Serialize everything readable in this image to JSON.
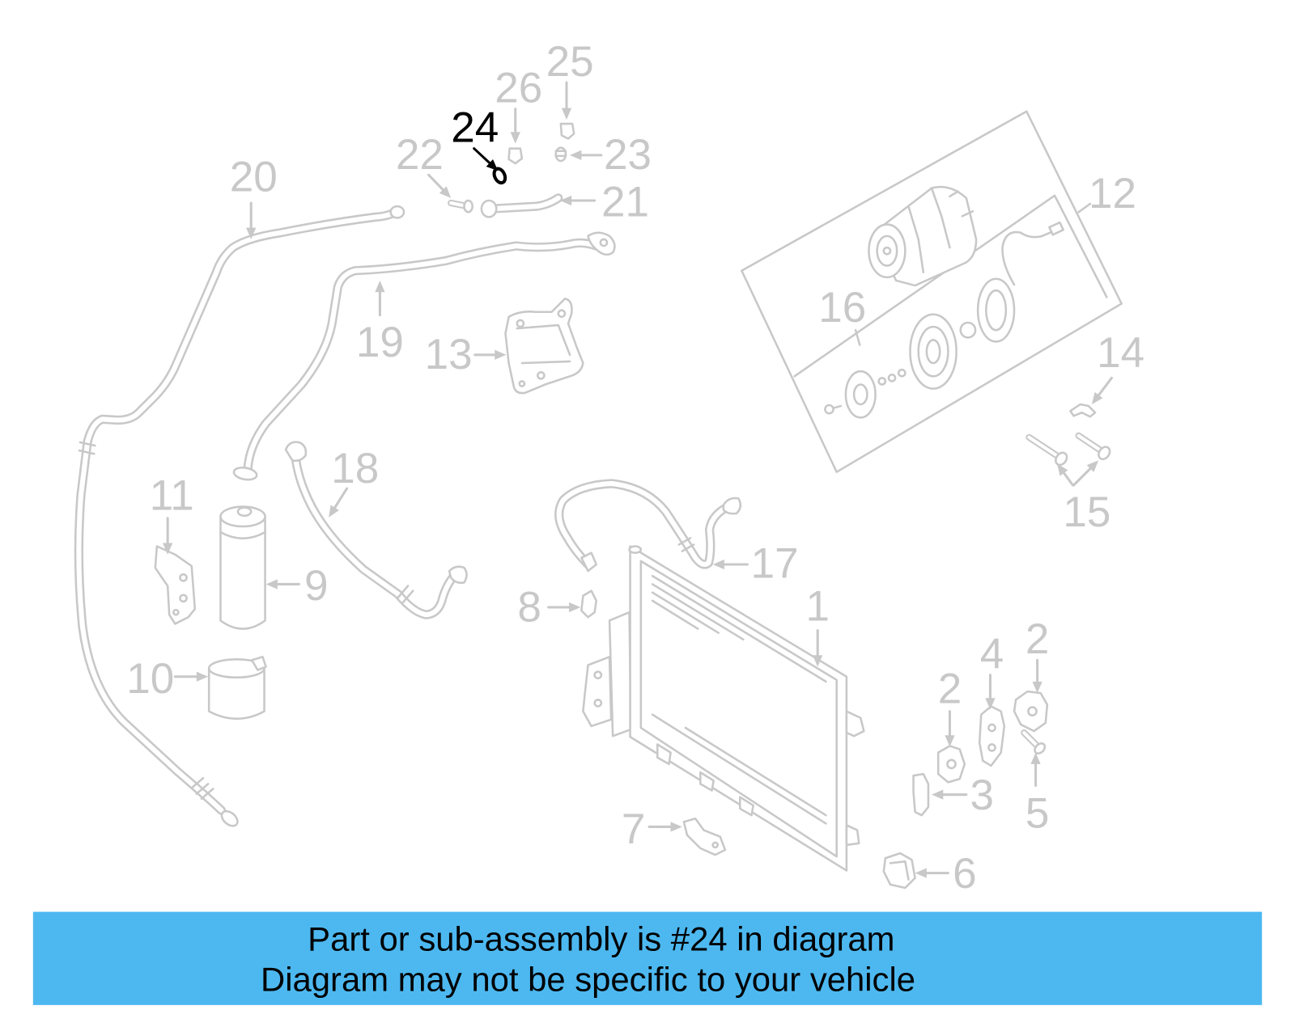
{
  "diagram": {
    "colors": {
      "line": "#c8c8c8",
      "highlight": "#000000",
      "background": "#ffffff"
    },
    "callouts": [
      "25",
      "26",
      "24",
      "22",
      "23",
      "21",
      "20",
      "12",
      "16",
      "19",
      "13",
      "14",
      "18",
      "11",
      "15",
      "17",
      "9",
      "1",
      "8",
      "2",
      "4",
      "10",
      "2",
      "3",
      "5",
      "7",
      "6"
    ]
  },
  "banner": {
    "color": "#4db8f0",
    "text_color": "#000000",
    "line1": "Part or sub-assembly is #24 in diagram",
    "line2": "Diagram may not be specific to your vehicle"
  }
}
